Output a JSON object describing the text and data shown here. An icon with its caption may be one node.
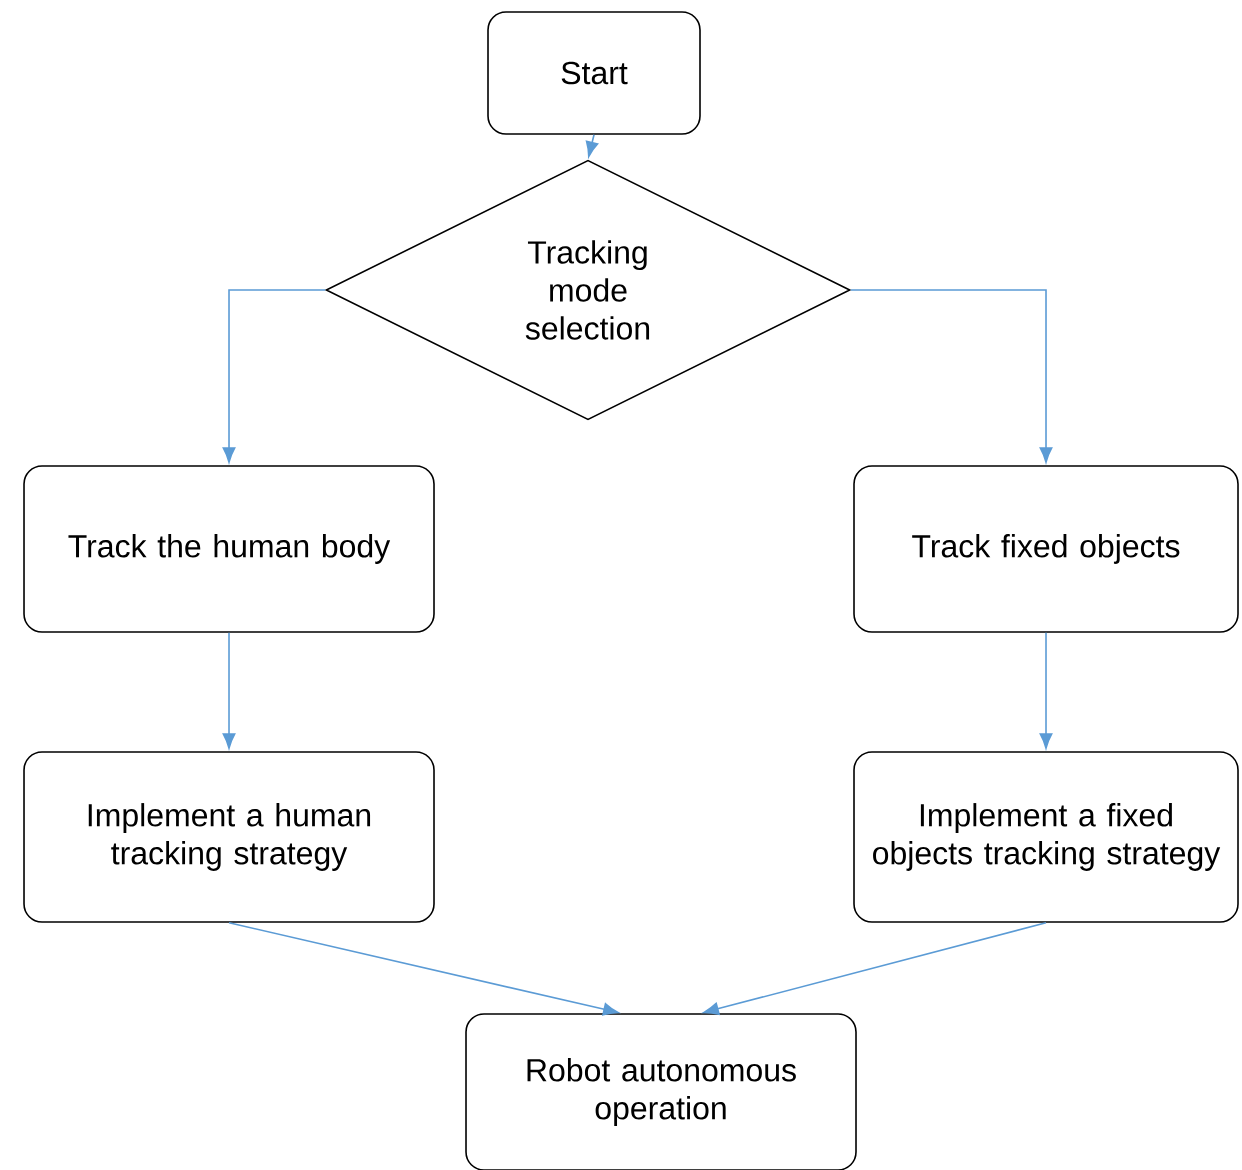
{
  "diagram": {
    "nodes": [
      {
        "text": [
          "Start"
        ]
      },
      {
        "text": [
          "Tracking mode selection"
        ]
      },
      {
        "text": [
          "Track the human body"
        ]
      },
      {
        "text": [
          "Track fixed objects"
        ]
      },
      {
        "text": [
          "Implement a human tracking strategy"
        ]
      },
      {
        "text": [
          "Implement a fixed objects tracking strategy"
        ]
      },
      {
        "text": [
          "Robot autonomous operation"
        ]
      }
    ],
    "edges": [
      {
        "from": 0,
        "to": 1,
        "arrow": "to"
      },
      {
        "from": 1,
        "to": 2,
        "arrow": "to"
      },
      {
        "from": 1,
        "to": 3,
        "arrow": "to"
      },
      {
        "from": 2,
        "to": 4,
        "arrow": "to"
      },
      {
        "from": 3,
        "to": 5,
        "arrow": "to"
      },
      {
        "from": 4,
        "to": 6,
        "arrow": "to"
      },
      {
        "from": 5,
        "to": 6,
        "arrow": "to"
      }
    ]
  }
}
